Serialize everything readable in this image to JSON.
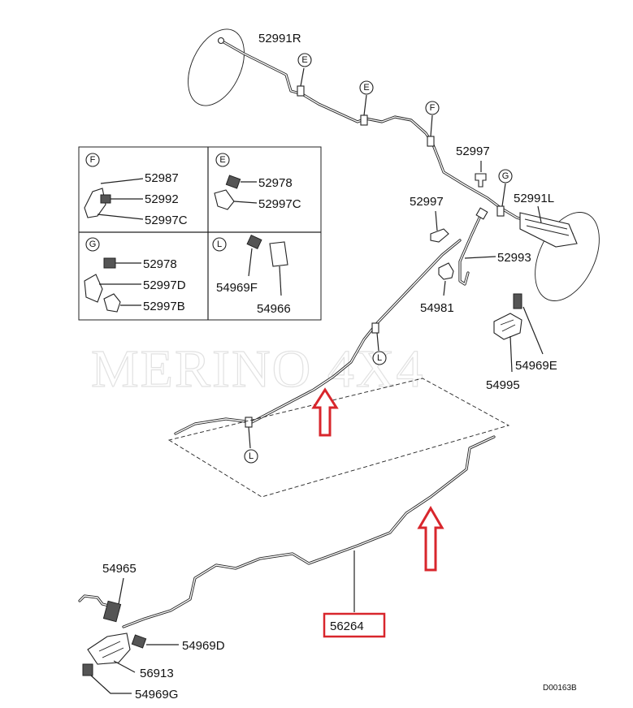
{
  "watermark": "MERINO 4X4",
  "diagram_code": "D00163B",
  "highlighted_part": "56264",
  "parts": {
    "p52991R": "52991R",
    "p52997_top": "52997",
    "p52991L": "52991L",
    "p52997_mid": "52997",
    "p52993": "52993",
    "p54981": "54981",
    "p54969E": "54969E",
    "p54995": "54995",
    "p54965": "54965",
    "p54969D": "54969D",
    "p56913": "56913",
    "p54969G": "54969G"
  },
  "detail_boxes": {
    "F": {
      "ref": "F",
      "labels": [
        "52987",
        "52992",
        "52997C"
      ]
    },
    "E": {
      "ref": "E",
      "labels": [
        "52978",
        "52997C"
      ]
    },
    "G": {
      "ref": "G",
      "labels": [
        "52978",
        "52997D",
        "52997B"
      ]
    },
    "L": {
      "ref": "L",
      "labels": [
        "54969F",
        "54966"
      ]
    }
  },
  "callouts": {
    "e1": "E",
    "e2": "E",
    "f1": "F",
    "g1": "G",
    "l1": "L",
    "l2": "L"
  },
  "colors": {
    "highlight": "#d8262c",
    "line": "#222222"
  }
}
